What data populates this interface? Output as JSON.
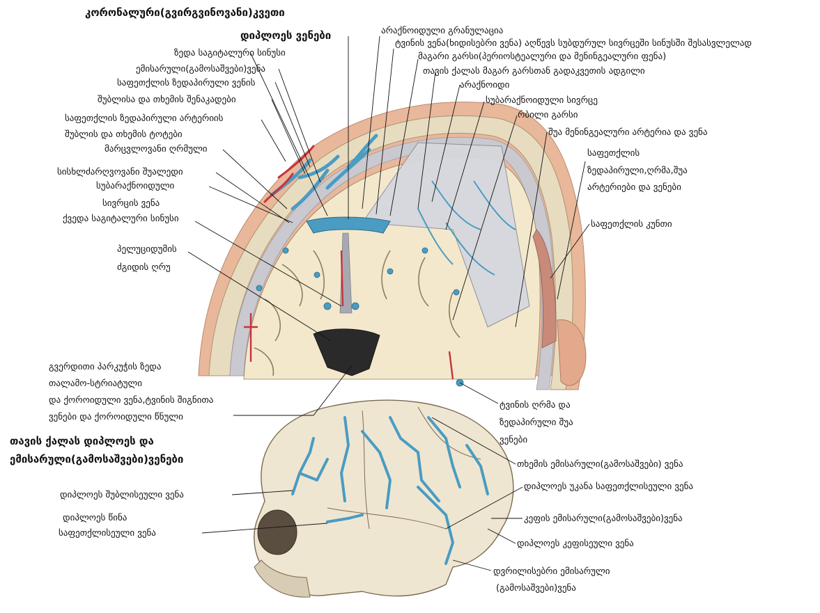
{
  "titles": {
    "coronal_section": "კორონალური(გვირგვინოვანი)კვეთი",
    "diploic_veins": "დიპლოეს ვენები",
    "skull_veins_line1": "თავის ქალას დიპლოეს და",
    "skull_veins_line2": "ემისარული(გამოსაშვები)ვენები"
  },
  "labels_upper_left": [
    "ზედა საგიტალური სინუსი",
    "ემისარული(გამოსაშვები)ვენა",
    "საფეთქლის ზედაპირული ვენის",
    "შუბლისა და თხემის შენაკადები",
    "საფეთქლის ზედაპირული არტერიის",
    "შუბლის და თხემის ტოტები",
    "მარცვლოვანი ღრმული",
    "სისხლძარღვოვანი შუალედი",
    "სუბარაქნოიდული",
    "სივრცის ვენა",
    "ქვედა საგიტალური სინუსი",
    "პელუციდუმის",
    "ძგიდის ღრუ"
  ],
  "labels_upper_right": [
    "არაქნოიდული გრანულაცია",
    "ტვინის ვენა(ხიდისებრი ვენა) აღწევს სუბდურულ სივრცეში სინუსში შესასვლელად",
    "მაგარი გარსი(პერიოსტეალური და მენინგეალური ფენა)",
    "თავის ქალას მაგარ გარსთან გადაკვეთის ადგილი",
    "არაქნოიდი",
    "სუბარაქნოიდული სივრცე",
    "რბილი გარსი",
    "შუა მენინგეალური არტერია და ვენა",
    "საფეთქლის",
    "ზედაპირული,ღრმა,შუა",
    "არტერიები და ვენები",
    "საფეთქლის კუნთი"
  ],
  "labels_middle": {
    "thalamo_1": "გვერდითი პარკუჭის ზედა",
    "thalamo_2": "თალამო-სტრიატული",
    "thalamo_3": "და ქოროიდული ვენა,ტვინის შიგნითა",
    "thalamo_4": "ვენები და ქოროიდული წნული",
    "deep_1": "ტვინის ღრმა და",
    "deep_2": "ზედაპირული შუა",
    "deep_3": "ვენები"
  },
  "labels_skull": {
    "parietal_emissary": "თხემის ემისარული(გამოსაშვები) ვენა",
    "frontal_diploic": "დიპლოეს შუბლისეული ვენა",
    "ant_temporal_1": "დიპლოეს წინა",
    "ant_temporal_2": "საფეთქლისეული ვენა",
    "post_temporal": "დიპლოეს უკანა საფეთქლისეული ვენა",
    "occipital_emissary": "კეფის ემისარული(გამოსაშვები)ვენა",
    "occipital_diploic": "დიპლოეს კეფისეული ვენა",
    "mastoid_1": "დვრილისებრი ემისარული",
    "mastoid_2": "(გამოსაშვები)ვენა"
  },
  "colors": {
    "vein_blue": "#4a9cc2",
    "artery_red": "#c8323c",
    "bone": "#e8dcc0",
    "brain": "#f3e8cc",
    "skin": "#e9b79a",
    "dura": "#c9c9cf"
  }
}
